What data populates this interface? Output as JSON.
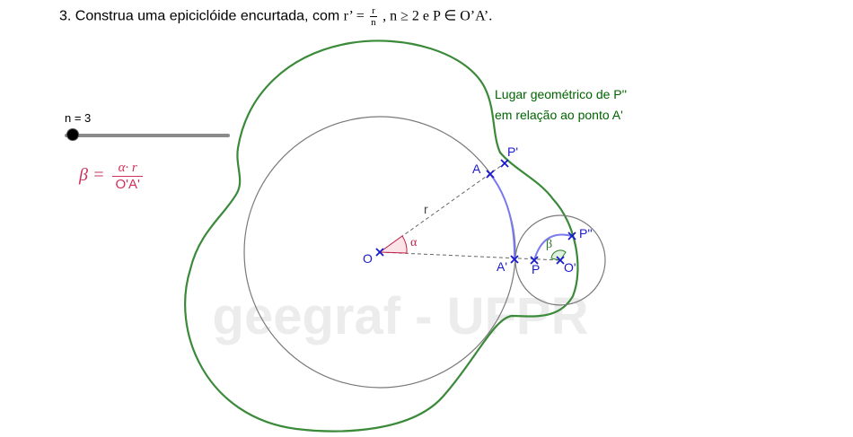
{
  "header": {
    "title_text": "3. Construa uma epiciclóide encurtada, com",
    "title_rprime": "r’ =",
    "title_frac_num": "r",
    "title_frac_den": "n",
    "title_tail": ", n ≥ 2 e P ∈ O’A’."
  },
  "slider": {
    "label": "n = 3",
    "value": 3
  },
  "formula": {
    "lhs": "β =",
    "num": "α· r",
    "den": "O'A'"
  },
  "locus_note": {
    "line1": "Lugar geométrico de P''",
    "line2": "em relação ao ponto A'"
  },
  "points": {
    "O": "O",
    "A": "A",
    "P_prime": "P'",
    "A_prime": "A'",
    "P": "P",
    "O_prime": "O'",
    "P_double_prime": "P''"
  },
  "angles": {
    "alpha": "α",
    "beta": "β"
  },
  "segments": {
    "r": "r"
  },
  "watermark": "geegraf - UFPR",
  "colors": {
    "locus": "#3a8a3a",
    "circle": "#7a7a7a",
    "arc": "#7a7aee",
    "points": "#1a1acc",
    "alpha": "#c0204a",
    "beta": "#2a7a2a",
    "formula": "#d0305a"
  }
}
